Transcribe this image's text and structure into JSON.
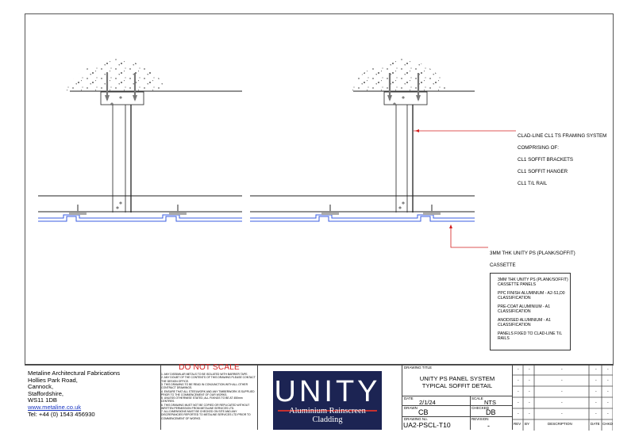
{
  "callouts": {
    "framing": [
      "CLAD-LINE CL1 TS FRAMING SYSTEM",
      "COMPRISING OF:",
      "CL1 SOFFIT BRACKETS",
      "CL1 SOFFIT HANGER",
      "CL1 T/L RAIL"
    ],
    "cassette": [
      "3MM THK UNITY PS (PLANK/SOFFIT)",
      "CASSETTE"
    ]
  },
  "legend": [
    "3MM THK UNITY PS (PLANK/SOFFIT) CASSETTE PANELS",
    "PPC FINISH ALUMINIUM - A2-S1,D0 CLASSIFICATION",
    "PRE-COAT ALUMINIUM - A1 CLASSIFICATION",
    "ANODISED ALUMINIUM - A1 CLASSIFICATION",
    "PANELS FIXED TO CLAD-LINE T/L RAILS"
  ],
  "company": {
    "name": "Metaline Architectural Fabrications",
    "address": [
      "Hollies Park Road,",
      "Cannock,",
      "Staffordshire,",
      "WS11 1DB"
    ],
    "website": "www.metaline.co.uk",
    "tel": "Tel: +44 (0) 1543 456930"
  },
  "do_not_scale": {
    "title": "DO NOT SCALE",
    "notes": [
      "1. ANY DISSIMILAR METALS TO BE ISOLATED WITH BARRIER TAPE.",
      "2. ANY DOUBT OF THE CONTENTS OF THIS DRAWING PLEASE CONTACT THE DESIGN OFFICE.",
      "3. THIS DRAWING TO BE READ IN CONJUNCTION WITH ALL OTHER CONTRACT DRAWINGS.",
      "4. ENSURE THAT ALL STEELWORK AND ANY TIMBERWORK IS SUPPLIED PRIOR TO THE COMMENCEMENT OF OUR WORKS.",
      "5. UNLESS OTHERWISE STATED, ALL FIXINGS TO BE AT 450mm CENTRES.",
      "6. THIS DRAWING MUST NOT BE COPIED OR REPLICATED WITHOUT WRITTEN PERMISSION FROM METALINE SERVICES LTD.",
      "7. ALL DIMENSIONS MUST BE CHECKED ON SITE AND ANY DISCREPANCIES REPORTED TO METALINE SERVICES LTD PRIOR TO COMMENCEMENT OF WORKS."
    ]
  },
  "logo": {
    "word": "UNITY",
    "tagline": "Aluminium Rainscreen Cladding"
  },
  "title_block": {
    "drawing_title_label": "DRAWING TITLE",
    "title_line1": "UNITY PS PANEL SYSTEM",
    "title_line2": "TYPICAL SOFFIT DETAIL",
    "date_label": "DATE",
    "date": "2/1/24",
    "scale_label": "SCALE",
    "scale": "NTS",
    "drawn_label": "DRAWN",
    "drawn": "CB",
    "checked_label": "CHECKED",
    "checked": "DB",
    "drawing_no_label": "DRAWING No.",
    "drawing_no": "UA2-PSCL-T10",
    "revision_label": "REVISION",
    "revision": "-"
  },
  "revision_table": {
    "headers": [
      "REV",
      "BY",
      "DESCRIPTION",
      "DATE",
      "CHKD"
    ],
    "placeholder": "-"
  },
  "colors": {
    "panel_blue": "#3a5de0",
    "callout_red": "#d41f1f",
    "logo_navy": "#1c2453",
    "logo_red": "#c63030"
  }
}
